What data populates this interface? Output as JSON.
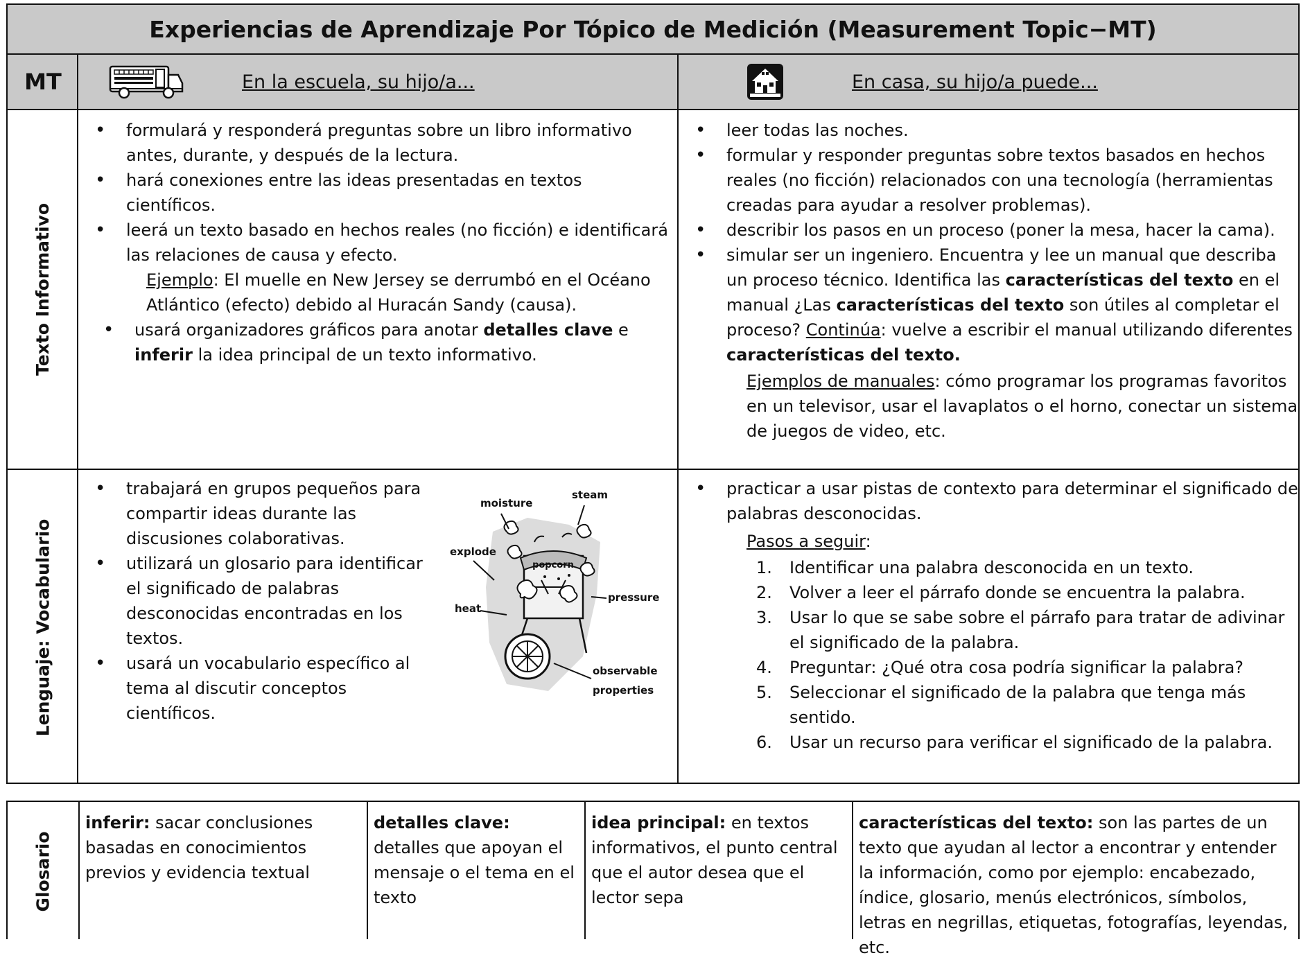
{
  "title": "Experiencias de Aprendizaje Por Tópico de Medición (Measurement Topic−MT)",
  "header": {
    "mt": "MT",
    "school": "En la escuela, su hijo/a...",
    "home": "En casa, su hijo/a puede...",
    "school_icon": "school-bus-icon",
    "home_icon": "house-icon"
  },
  "rows": {
    "informativo": {
      "label": "Texto Informativo",
      "school": [
        "formulará y responderá preguntas sobre un libro informativo antes, durante, y después de la lectura.",
        "hará conexiones entre las ideas presentadas en textos científicos.",
        "leerá un texto basado en hechos reales (no ficción) e identificará las relaciones de causa y efecto."
      ],
      "example_label": "Ejemplo",
      "example_text": ": El muelle en New Jersey se derrumbó en el Océano Atlántico (efecto) debido al Huracán Sandy (causa).",
      "school_last": {
        "a": "usará organizadores gráficos para anotar ",
        "b": "detalles clave",
        "c": " e ",
        "d": "inferir",
        "e": " la idea principal de un texto informativo."
      },
      "home": [
        "leer todas las noches.",
        "formular y responder preguntas sobre textos basados en hechos reales (no ficción) relacionados con una tecnología (herramientas creadas para ayudar a resolver problemas).",
        "describir los pasos en un proceso (poner la mesa, hacer la cama)."
      ],
      "home_last": {
        "a": "simular ser un ingeniero.  Encuentra y lee un manual que describa un proceso técnico. Identifica las ",
        "b": "características del texto",
        "c": " en el manual  ¿Las ",
        "d": "características del texto",
        "e": " son útiles al completar el proceso?  ",
        "f": "Continúa",
        "g": ": vuelve a escribir el manual utilizando diferentes ",
        "h": "características del texto."
      },
      "manual_label": "Ejemplos de manuales",
      "manual_text": ": cómo programar los programas favoritos en un televisor, usar el lavaplatos o el horno, conectar un sistema de juegos de video, etc."
    },
    "vocabulario": {
      "label": "Lenguaje: Vocabulario",
      "school": [
        "trabajará en grupos pequeños para compartir ideas durante las discusiones colaborativas.",
        "utilizará un glosario para identificar el significado de palabras desconocidas encontradas en los textos.",
        "usará un vocabulario específico al tema al discutir conceptos científicos."
      ],
      "image_labels": {
        "moisture": "moisture",
        "steam": "steam",
        "explode": "explode",
        "heat": "heat",
        "pressure": "pressure",
        "observable": "observable",
        "properties": "properties",
        "popcorn": "popcorn"
      },
      "home_intro": "practicar a usar pistas de contexto  para determinar el significado de palabras desconocidas.",
      "steps_label": "Pasos a seguir",
      "steps": [
        {
          "n": "1.",
          "t": "Identificar una palabra desconocida en un texto."
        },
        {
          "n": "2.",
          "t": "Volver a leer el párrafo donde se encuentra la palabra."
        },
        {
          "n": "3.",
          "t": "Usar lo que se sabe sobre el párrafo para tratar de adivinar el significado de la palabra."
        },
        {
          "n": "4.",
          "t": "Preguntar: ¿Qué otra cosa podría significar la palabra?"
        },
        {
          "n": "5.",
          "t": "Seleccionar el significado de la palabra que tenga más sentido."
        },
        {
          "n": "6.",
          "t": "Usar un recurso para verificar el significado de la palabra."
        }
      ]
    }
  },
  "glossary": {
    "label": "Glosario",
    "items": [
      {
        "term": "inferir:",
        "def": " sacar conclusiones basadas en conocimientos previos y evidencia textual"
      },
      {
        "term": "detalles clave:",
        "def": " detalles que apoyan el mensaje o el tema en el texto"
      },
      {
        "term": "idea principal:",
        "def": " en textos informativos, el punto central que el autor desea que el lector sepa"
      },
      {
        "term": "características del texto:",
        "def": " son las partes de un texto que ayudan al lector a encontrar y entender la información, como por ejemplo: encabezado, índice, glosario, menús electrónicos, símbolos, letras en negrillas, etiquetas, fotografías, leyendas, etc."
      }
    ]
  }
}
